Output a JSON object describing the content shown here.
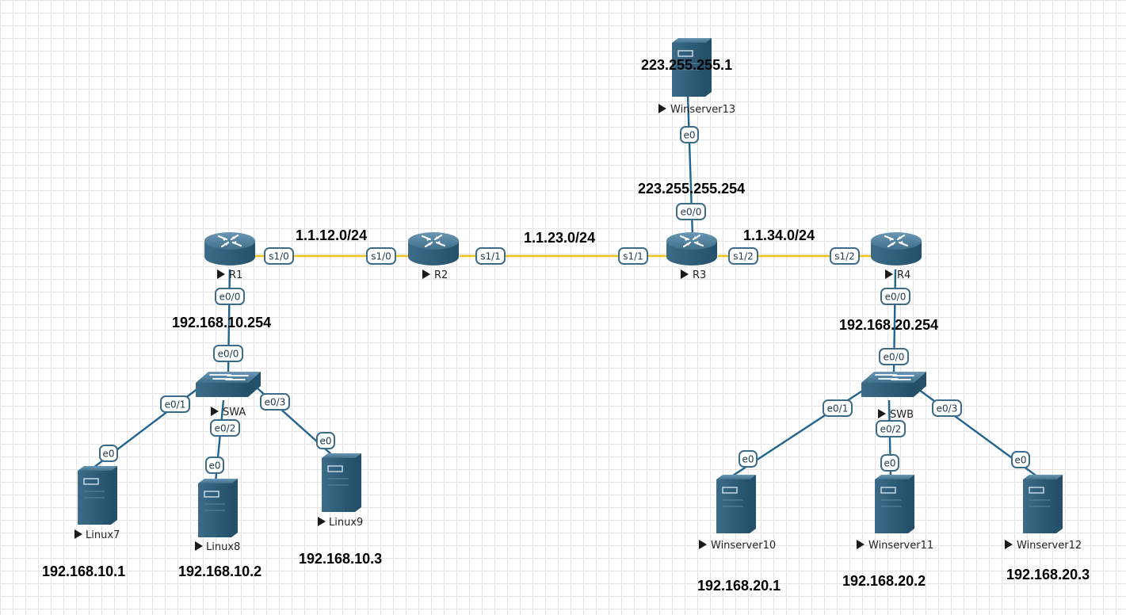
{
  "networks": {
    "r1_r2": "1.1.12.0/24",
    "r2_r3": "1.1.23.0/24",
    "r3_r4": "1.1.34.0/24"
  },
  "nodes": {
    "r1": {
      "name": "R1"
    },
    "r2": {
      "name": "R2"
    },
    "r3": {
      "name": "R3"
    },
    "r4": {
      "name": "R4"
    },
    "swa": {
      "name": "SWA"
    },
    "swb": {
      "name": "SWB"
    },
    "linux7": {
      "name": "Linux7",
      "ip": "192.168.10.1"
    },
    "linux8": {
      "name": "Linux8",
      "ip": "192.168.10.2"
    },
    "linux9": {
      "name": "Linux9",
      "ip": "192.168.10.3"
    },
    "winserver10": {
      "name": "Winserver10",
      "ip": "192.168.20.1"
    },
    "winserver11": {
      "name": "Winserver11",
      "ip": "192.168.20.2"
    },
    "winserver12": {
      "name": "Winserver12",
      "ip": "192.168.20.3"
    },
    "winserver13": {
      "name": "Winserver13",
      "ip": "223.255.255.1"
    }
  },
  "gateway_ips": {
    "r1": "192.168.10.254",
    "r3": "223.255.255.254",
    "r4": "192.168.20.254"
  },
  "ports": {
    "r1_s10": "s1/0",
    "r2_s10": "s1/0",
    "r2_s11": "s1/1",
    "r3_s11": "s1/1",
    "r3_s12": "s1/2",
    "r4_s12": "s1/2",
    "r3_e00": "e0/0",
    "ws13_e0": "e0",
    "r1_e00": "e0/0",
    "swa_e00": "e0/0",
    "swa_e01": "e0/1",
    "swa_e02": "e0/2",
    "swa_e03": "e0/3",
    "linux7_e0": "e0",
    "linux8_e0": "e0",
    "linux9_e0": "e0",
    "r4_e00": "e0/0",
    "swb_e00": "e0/0",
    "swb_e01": "e0/1",
    "swb_e02": "e0/2",
    "swb_e03": "e0/3",
    "ws10_e0": "e0",
    "ws11_e0": "e0",
    "ws12_e0": "e0"
  },
  "colors": {
    "device": "#2f5e79",
    "device_top": "#5d8aa6",
    "serial_link": "#f2c21b",
    "ethernet_link": "#22648f"
  }
}
